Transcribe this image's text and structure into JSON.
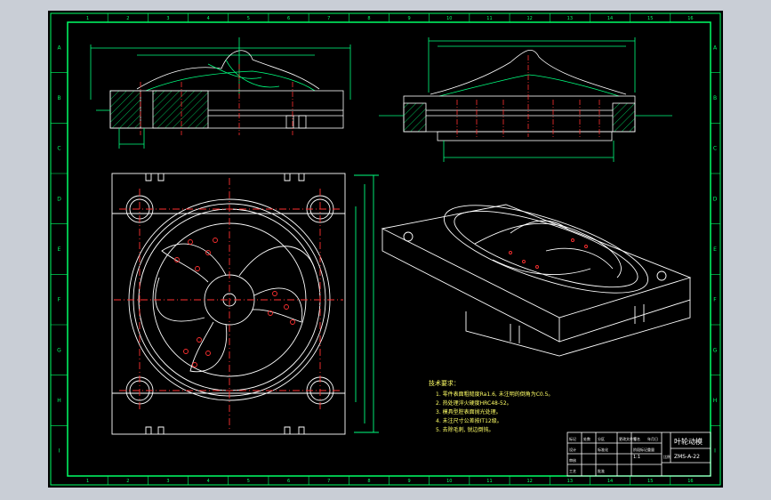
{
  "drawing": {
    "title": "叶轮动模",
    "drawing_number": "ZMS-A-22",
    "border_rows": [
      "A",
      "B",
      "C",
      "D",
      "E",
      "F",
      "G",
      "H",
      "I"
    ],
    "border_cols": [
      "1",
      "2",
      "3",
      "4",
      "5",
      "6",
      "7",
      "8",
      "9",
      "10",
      "11",
      "12",
      "13",
      "14",
      "15",
      "16"
    ],
    "tech_requirements": {
      "heading": "技术要求：",
      "items": [
        "1. 零件表面粗糙度Ra1.6, 未注明的倒角为C0.5。",
        "2. 热处理淬火硬度HRC48-52。",
        "3. 模具型腔表面抛光处理。",
        "4. 未注尺寸公差按IT12级。",
        "5. 去除毛刺, 锐边倒钝。"
      ]
    },
    "title_block": {
      "labels": [
        "标记",
        "处数",
        "分区",
        "更改文件号",
        "签名",
        "年月日",
        "设计",
        "标准化",
        "审核",
        "工艺",
        "批准",
        "阶段标记",
        "重量",
        "比例"
      ],
      "scale": "1:1"
    }
  },
  "colors": {
    "frame": "#00ff66",
    "part_outline": "#ffffff",
    "centerline": "#ff3030",
    "dimension": "#00ff7f",
    "hatch": "#00c060",
    "note_text": "#ffff66"
  }
}
